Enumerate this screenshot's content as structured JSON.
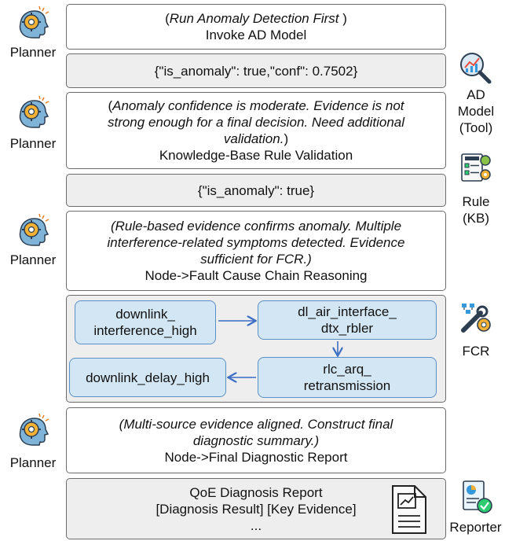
{
  "steps": {
    "step1": {
      "note": "Run Anomaly Detection First ",
      "action": "Invoke AD Model"
    },
    "result1": "{\"is_anomaly\": true,\"conf\": 0.7502}",
    "step2": {
      "note_l1": "Anomaly confidence is moderate. Evidence is not",
      "note_l2": "strong enough for a final decision. Need additional",
      "note_l3": "validation.",
      "action": "Knowledge-Base Rule Validation"
    },
    "result2": "{\"is_anomaly\": true}",
    "step3": {
      "note_l1": "(Rule-based evidence confirms anomaly. Multiple",
      "note_l2": "interference-related symptoms detected. Evidence",
      "note_l3": "sufficient for FCR.)",
      "action": "Node->Fault Cause Chain Reasoning"
    },
    "fcr": {
      "n1_l1": "downlink_",
      "n1_l2": "interference_high",
      "n2_l1": "dl_air_interface_",
      "n2_l2": "dtx_rbler",
      "n3_l1": "rlc_arq_",
      "n3_l2": "retransmission",
      "n4": "downlink_delay_high"
    },
    "step4": {
      "note_l1": "(Multi-source evidence aligned. Construct final",
      "note_l2": "diagnostic summary.)",
      "action": "Node->Final Diagnostic Report"
    },
    "report": {
      "l1": "QoE Diagnosis Report",
      "l2": "[Diagnosis Result] [Key Evidence]",
      "l3": "..."
    }
  },
  "agents": {
    "planner": "Planner",
    "ad_l1": "AD",
    "ad_l2": "Model",
    "ad_l3": "(Tool)",
    "rule_l1": "Rule",
    "rule_l2": "(KB)",
    "fcr": "FCR",
    "reporter": "Reporter"
  },
  "icons": [
    "brain-gear-icon",
    "magnifier-chart-icon",
    "rules-checklist-icon",
    "wrench-gear-icon",
    "report-check-icon",
    "document-chart-icon"
  ]
}
